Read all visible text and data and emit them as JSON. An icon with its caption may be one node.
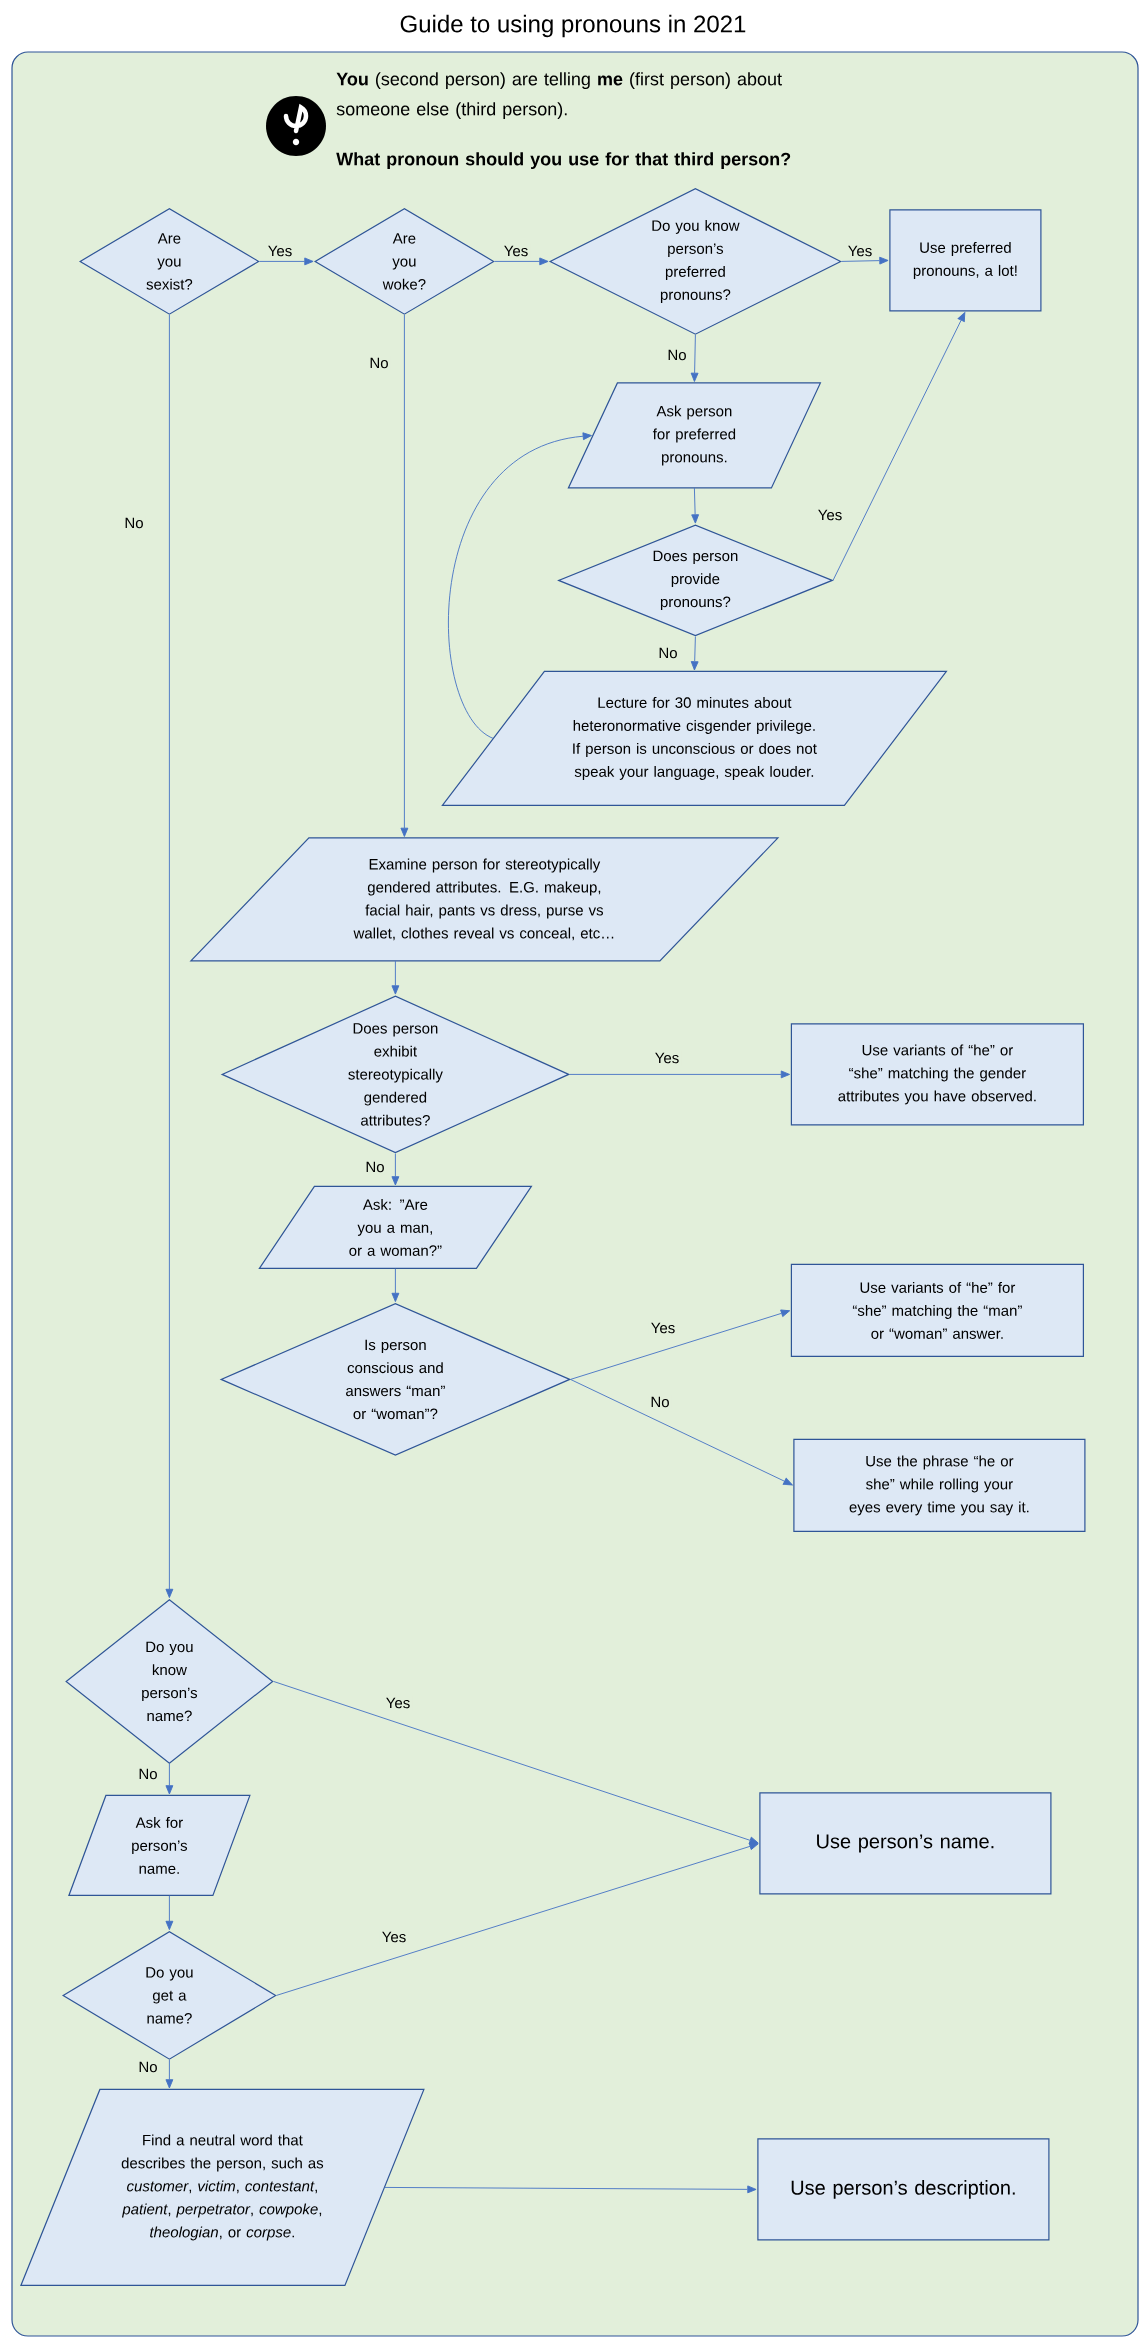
{
  "diagram": {
    "title": "Guide to using pronouns in 2021",
    "nodes": [
      {
        "text": [
          "**You** (second person) are telling **me** (first person) about someone else (third person).",
          "What pronoun should you use for that third person?"
        ]
      },
      {
        "text": [
          "Are you sexist?"
        ],
        "in": 0
      },
      {
        "text": [
          "Are you woke?"
        ],
        "in": 0
      },
      {
        "text": [
          "Do you know person’s preferred pronouns?"
        ],
        "in": 0
      },
      {
        "text": [
          "Use preferred pronouns, a lot!"
        ],
        "in": 0
      },
      {
        "text": [
          "Ask person for preferred pronouns."
        ],
        "in": 0
      },
      {
        "text": [
          "Does person provide pronouns?"
        ],
        "in": 0
      },
      {
        "text": [
          "Lecture for 30 minutes about heteronormative cisgender privilege. If person is unconscious or does not speak your language, speak louder."
        ],
        "in": 0
      },
      {
        "text": [
          "Examine person for stereotypically gendered attributes. E.G. makeup, facial hair, pants vs dress, purse vs wallet, clothes reveal vs conceal, etc…"
        ],
        "in": 0
      },
      {
        "text": [
          "Does person exhibit stereotypically gendered attributes?"
        ],
        "in": 0
      },
      {
        "text": [
          "Use variants of “he” or “she” matching the gender attributes you have observed."
        ],
        "in": 0
      },
      {
        "text": [
          "Ask: ”Are you a man, or a woman?”"
        ],
        "in": 0
      },
      {
        "text": [
          "Is person conscious and answers “man” or “woman”?"
        ],
        "in": 0
      },
      {
        "text": [
          "Use variants of “he” for “she” matching the “man” or “woman” answer."
        ],
        "in": 0
      },
      {
        "text": [
          "Use the phrase “he or she” while rolling your eyes every time you say it."
        ],
        "in": 0
      },
      {
        "text": [
          "Do you know person’s name?"
        ],
        "in": 0
      },
      {
        "text": [
          "Ask for person’s name."
        ],
        "in": 0
      },
      {
        "text": [
          "Do you get a name?"
        ],
        "in": 0
      },
      {
        "text": [
          "Use person’s name."
        ],
        "in": 0
      },
      {
        "text": [
          "Find a neutral word that describes the person, such as *customer*, *victim*, *contestant*, *patient*, *perpetrator*, *cowpoke*, *theologian*, or *corpse*."
        ],
        "in": 0
      },
      {
        "text": [
          "Use person’s description."
        ],
        "in": 0
      }
    ],
    "edges": [
      {
        "from": 1,
        "to": 2,
        "arrow": "to",
        "label": "Yes"
      },
      {
        "from": 2,
        "to": 3,
        "arrow": "to",
        "label": "Yes"
      },
      {
        "from": 3,
        "to": 4,
        "arrow": "to",
        "label": "Yes"
      },
      {
        "from": 3,
        "to": 5,
        "arrow": "to",
        "label": "No"
      },
      {
        "from": 5,
        "to": 6,
        "arrow": "to"
      },
      {
        "from": 6,
        "to": 4,
        "arrow": "to",
        "label": "Yes"
      },
      {
        "from": 6,
        "to": 7,
        "arrow": "to",
        "label": "No"
      },
      {
        "from": 7,
        "to": 5,
        "arrow": "to"
      },
      {
        "from": 2,
        "to": 8,
        "arrow": "to",
        "label": "No"
      },
      {
        "from": 1,
        "to": 15,
        "arrow": "to",
        "label": "No"
      },
      {
        "from": 8,
        "to": 9,
        "arrow": "to"
      },
      {
        "from": 9,
        "to": 10,
        "arrow": "to",
        "label": "Yes"
      },
      {
        "from": 9,
        "to": 11,
        "arrow": "to",
        "label": "No"
      },
      {
        "from": 11,
        "to": 12,
        "arrow": "to"
      },
      {
        "from": 12,
        "to": 13,
        "arrow": "to",
        "label": "Yes"
      },
      {
        "from": 12,
        "to": 14,
        "arrow": "to",
        "label": "No"
      },
      {
        "from": 15,
        "to": 18,
        "arrow": "to",
        "label": "Yes"
      },
      {
        "from": 15,
        "to": 16,
        "arrow": "to",
        "label": "No"
      },
      {
        "from": 16,
        "to": 17,
        "arrow": "to"
      },
      {
        "from": 17,
        "to": 18,
        "arrow": "to",
        "label": "Yes"
      },
      {
        "from": 17,
        "to": 19,
        "arrow": "to",
        "label": "No"
      },
      {
        "from": 19,
        "to": 20,
        "arrow": "to"
      }
    ]
  }
}
